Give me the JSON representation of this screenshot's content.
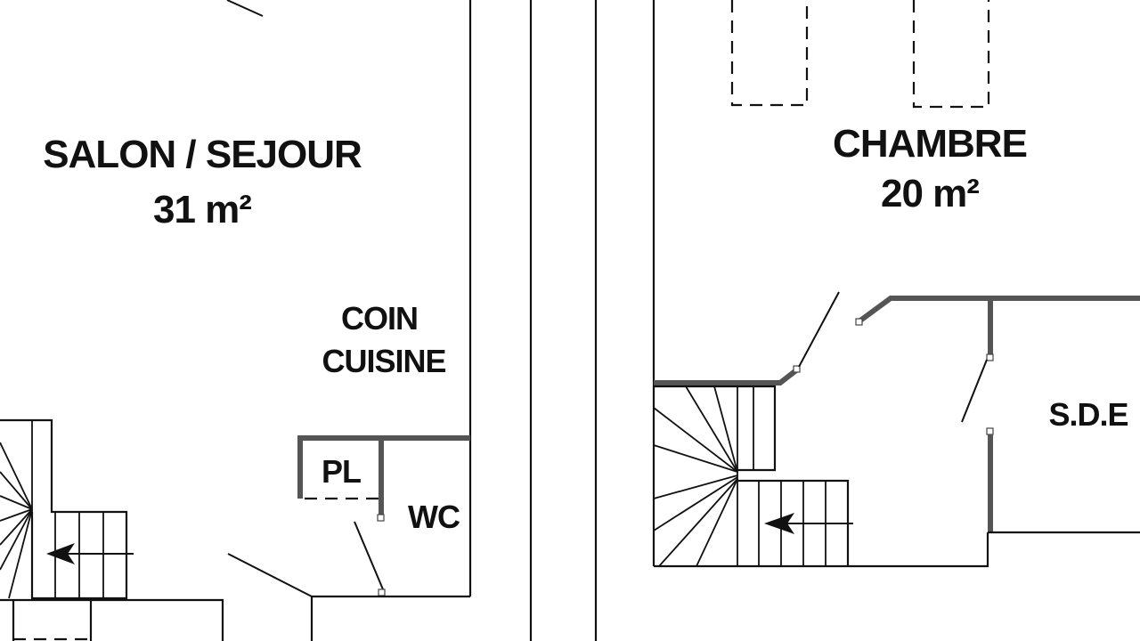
{
  "rooms": {
    "salon_name": "SALON / SEJOUR",
    "salon_area": "31 m²",
    "chambre_name": "CHAMBRE",
    "chambre_area": "20 m²",
    "coin_line1": "COIN",
    "coin_line2": "CUISINE",
    "placard": "PL",
    "wc": "WC",
    "sde": "S.D.E"
  },
  "colors": {
    "ink": "#111111",
    "partition": "#555555",
    "paper": "#ffffff"
  }
}
